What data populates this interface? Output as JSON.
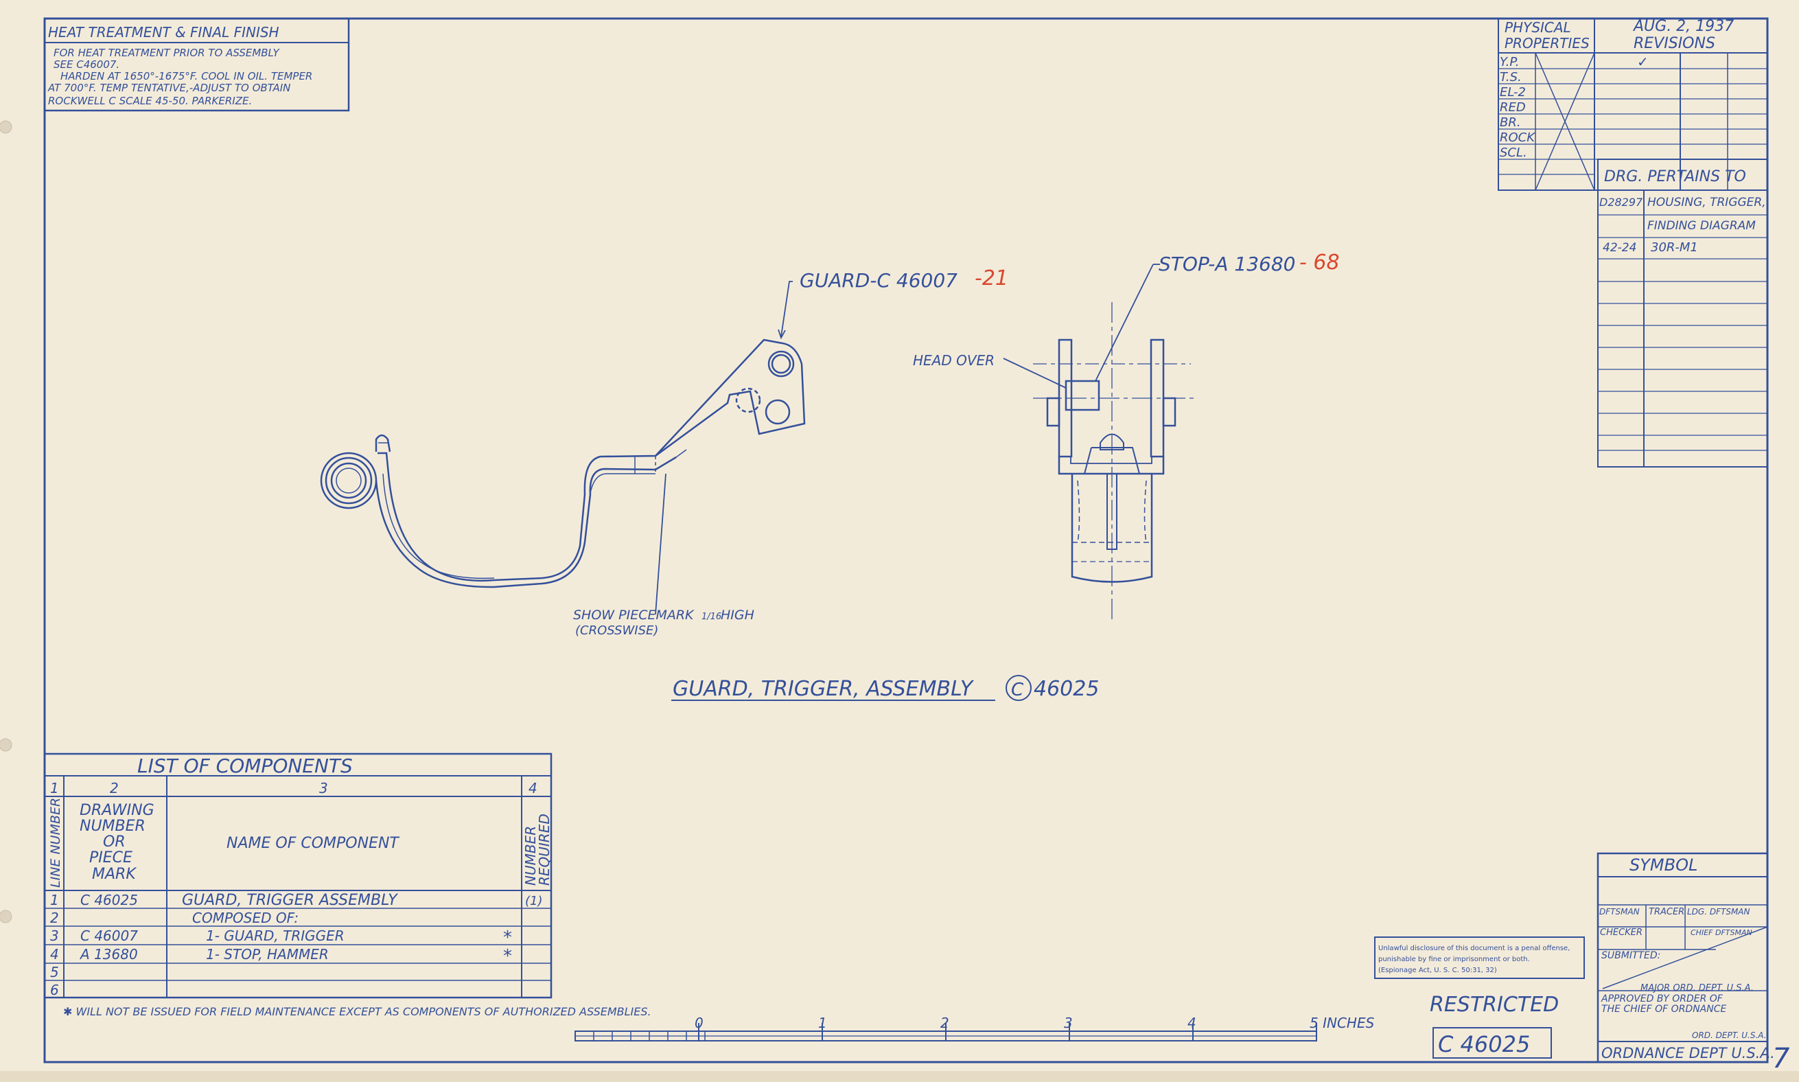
{
  "heat_treatment": {
    "title": "HEAT TREATMENT & FINAL FINISH",
    "lines": [
      "FOR HEAT TREATMENT PRIOR TO ASSEMBLY",
      "SEE C46007.",
      "HARDEN AT 1650°-1675°F. COOL IN OIL. TEMPER",
      "AT 700°F. TEMP TENTATIVE,-ADJUST TO OBTAIN",
      "ROCKWELL C SCALE 45-50. PARKERIZE."
    ]
  },
  "properties": {
    "header": [
      "PHYSICAL",
      "PROPERTIES"
    ],
    "rows": [
      "Y.P.",
      "T.S.",
      "EL-2",
      "RED",
      "BR.",
      "ROCK",
      "SCL."
    ],
    "date": "AUG. 2, 1937",
    "revisions_label": "REVISIONS",
    "revision_mark": "✓"
  },
  "pertains": {
    "title": "DRG. PERTAINS TO",
    "rows": [
      {
        "code": "D28297",
        "text": "HOUSING, TRIGGER,"
      },
      {
        "code": "",
        "text": "FINDING DIAGRAM"
      },
      {
        "code": "42-24",
        "text": "30R-M1"
      }
    ]
  },
  "callouts": {
    "guard": "GUARD-C 46007",
    "guard_suffix": "-21",
    "stop": "STOP-A 13680",
    "stop_suffix": "- 68",
    "head_over": "HEAD OVER",
    "piecemark_1": "SHOW PIECEMARK",
    "piecemark_frac": "1/16",
    "piecemark_2": "HIGH",
    "piecemark_3": "(CROSSWISE)"
  },
  "assembly_title": {
    "name": "GUARD, TRIGGER, ASSEMBLY",
    "symbol": "C",
    "number": "46025"
  },
  "components": {
    "title": "LIST OF COMPONENTS",
    "col_numbers": [
      "1",
      "2",
      "3",
      "4"
    ],
    "col1_header": "LINE NUMBER",
    "col2_header": [
      "DRAWING",
      "NUMBER",
      "OR",
      "PIECE",
      "MARK"
    ],
    "col3_header": "NAME OF COMPONENT",
    "col4_header": [
      "NUMBER",
      "REQUIRED"
    ],
    "rows": [
      {
        "line": "1",
        "drawing": "C 46025",
        "name": "GUARD, TRIGGER ASSEMBLY",
        "star": "",
        "qty": "(1)"
      },
      {
        "line": "2",
        "drawing": "",
        "name": "COMPOSED OF:",
        "star": "",
        "qty": ""
      },
      {
        "line": "3",
        "drawing": "C 46007",
        "name": "1- GUARD, TRIGGER",
        "star": "*",
        "qty": ""
      },
      {
        "line": "4",
        "drawing": "A 13680",
        "name": "1- STOP, HAMMER",
        "star": "*",
        "qty": ""
      },
      {
        "line": "5",
        "drawing": "",
        "name": "",
        "star": "",
        "qty": ""
      },
      {
        "line": "6",
        "drawing": "",
        "name": "",
        "star": "",
        "qty": ""
      }
    ],
    "footnote": "✱ WILL NOT BE ISSUED FOR FIELD MAINTENANCE EXCEPT AS COMPONENTS OF AUTHORIZED ASSEMBLIES."
  },
  "scale": {
    "labels": [
      "0",
      "1",
      "2",
      "3",
      "4",
      "5 INCHES"
    ]
  },
  "warning": {
    "lines": [
      "Unlawful disclosure of this document is a penal offense,",
      "punishable by fine or imprisonment or both.",
      "(Espionage Act, U. S. C. 50:31, 32)"
    ]
  },
  "restricted": "RESTRICTED",
  "drawing_number": "C 46025",
  "symbol_block": {
    "title": "SYMBOL",
    "dftsman": "DFTSMAN",
    "tracer": "TRACER",
    "ldg_dftsman": "LDG. DFTSMAN",
    "checker": "CHECKER",
    "chief_dftsman": "CHIEF DFTSMAN",
    "submitted": "SUBMITTED:",
    "major": "MAJOR ORD. DEPT. U.S.A.",
    "approved_1": "APPROVED BY ORDER OF",
    "approved_2": "THE CHIEF OF ORDNANCE",
    "ord_dept": "ORD. DEPT. U.S.A.",
    "ordnance": "ORDNANCE DEPT U.S.A."
  },
  "sheet_number": "7"
}
